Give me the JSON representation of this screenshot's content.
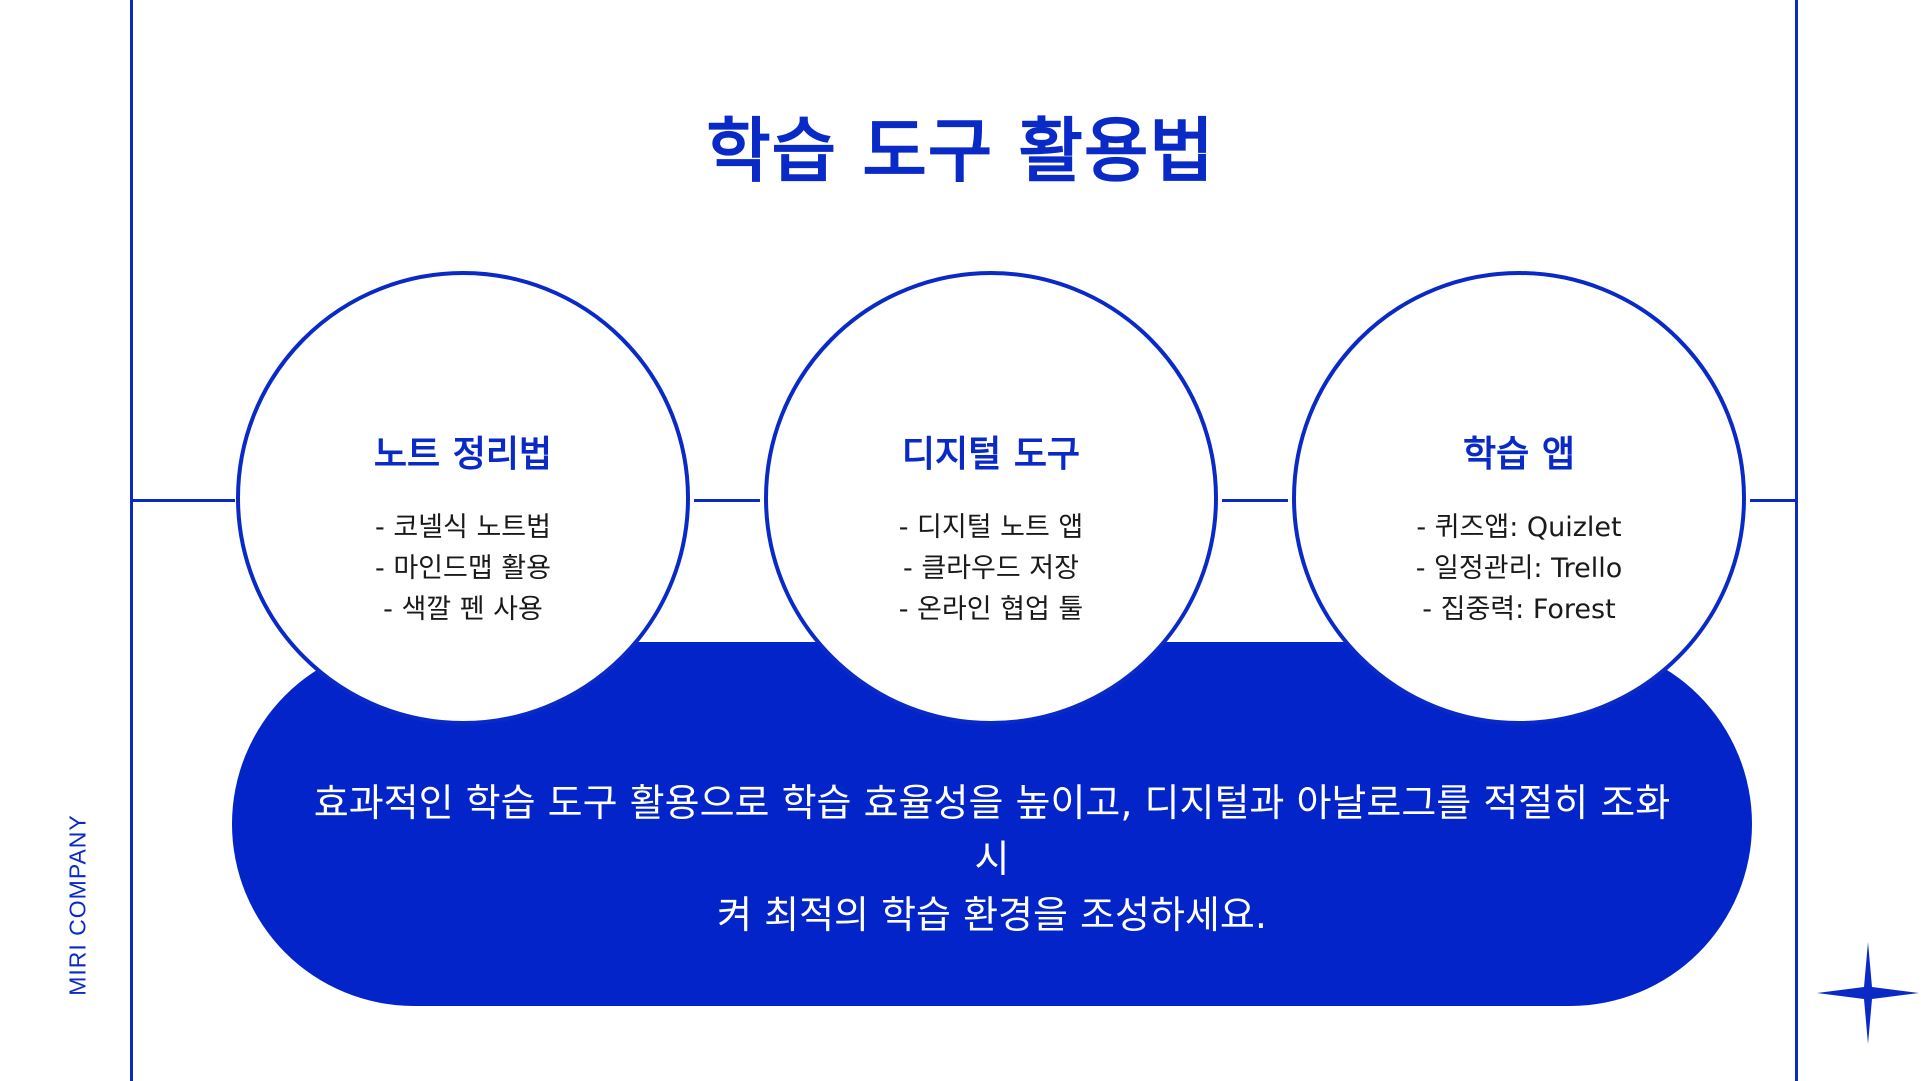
{
  "slide": {
    "title": "학습 도구 활용법",
    "side_label": "MIRI COMPANY",
    "accent_color": "#0a2ac8",
    "pill_color": "#0224c9"
  },
  "circles": [
    {
      "title": "노트 정리법",
      "items": [
        "- 코넬식 노트법",
        "- 마인드맵 활용",
        "- 색깔 펜 사용"
      ]
    },
    {
      "title": "디지털 도구",
      "items": [
        "- 디지털 노트 앱",
        "- 클라우드 저장",
        "- 온라인 협업 툴"
      ]
    },
    {
      "title": "학습 앱",
      "items": [
        "- 퀴즈앱: Quizlet",
        "- 일정관리: Trello",
        "- 집중력: Forest"
      ]
    }
  ],
  "summary": {
    "line1": "효과적인 학습 도구 활용으로 학습 효율성을 높이고, 디지털과 아날로그를 적절히 조화시",
    "line2": "켜 최적의 학습 환경을 조성하세요."
  },
  "decor": {
    "star_icon": "four-point-star-icon"
  }
}
